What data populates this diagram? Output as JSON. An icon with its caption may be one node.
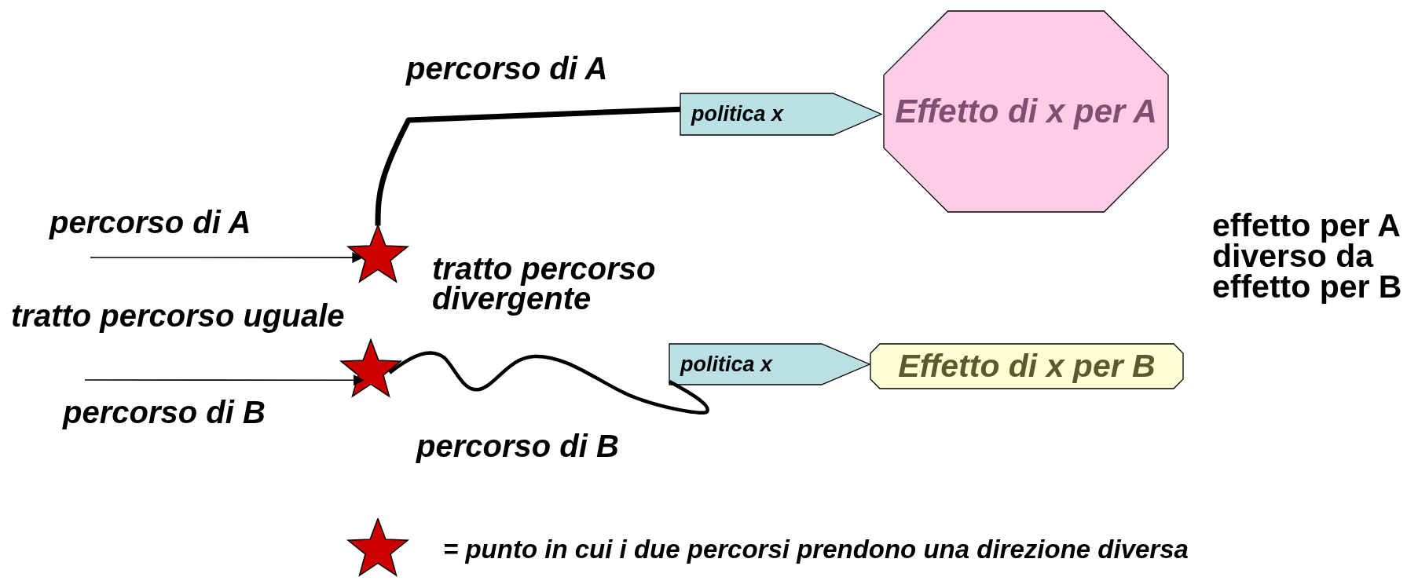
{
  "diagram": {
    "nodes": [
      {
        "text": [
          "Effetto di x per A"
        ]
      },
      {
        "text": [
          "politica x"
        ]
      },
      {
        "text": [],
        "shape": "star"
      },
      {
        "text": [],
        "shape": "star"
      },
      {
        "text": [
          "politica x"
        ]
      },
      {
        "text": [
          "Effetto di x per B"
        ]
      }
    ],
    "edges": [
      {
        "from": null,
        "to": 2,
        "arrow": "to"
      },
      {
        "from": 2,
        "to": 1,
        "arrow": "none",
        "style": "thick"
      },
      {
        "from": null,
        "to": 3,
        "arrow": "to"
      },
      {
        "from": 3,
        "to": 4,
        "arrow": "none",
        "style": "thick"
      }
    ],
    "labels": [
      "percorso di A",
      "percorso di A",
      "tratto percorso divergente",
      "tratto percorso uguale",
      "percorso di B",
      "percorso di B",
      "effetto per A diverso da effetto per B"
    ],
    "legend": [
      {
        "text": "= punto in cui i due percorsi prendono una direzione diversa"
      }
    ]
  }
}
